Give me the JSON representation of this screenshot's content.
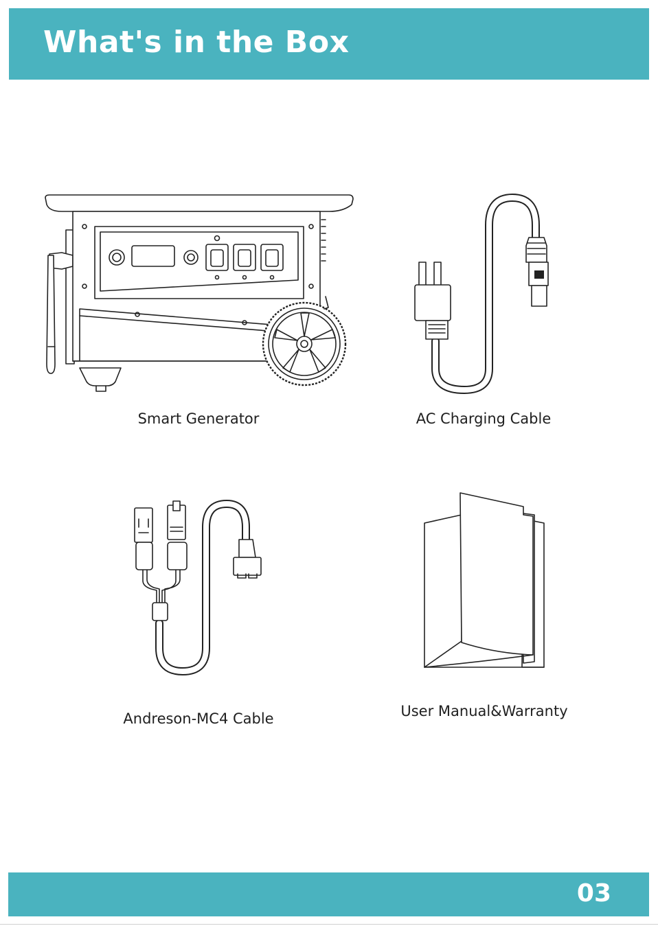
{
  "header": {
    "title": "What's in the Box"
  },
  "items": [
    {
      "caption": "Smart Generator",
      "icon": "generator-illustration"
    },
    {
      "caption": "AC Charging Cable",
      "icon": "ac-cable-illustration"
    },
    {
      "caption": "Andreson-MC4 Cable",
      "icon": "mc4-cable-illustration"
    },
    {
      "caption": "User Manual&Warranty",
      "icon": "manual-illustration"
    }
  ],
  "footer": {
    "page_number": "03"
  },
  "colors": {
    "accent": "#4ab3bf",
    "text": "#1f1f1f",
    "line": "#222222"
  }
}
